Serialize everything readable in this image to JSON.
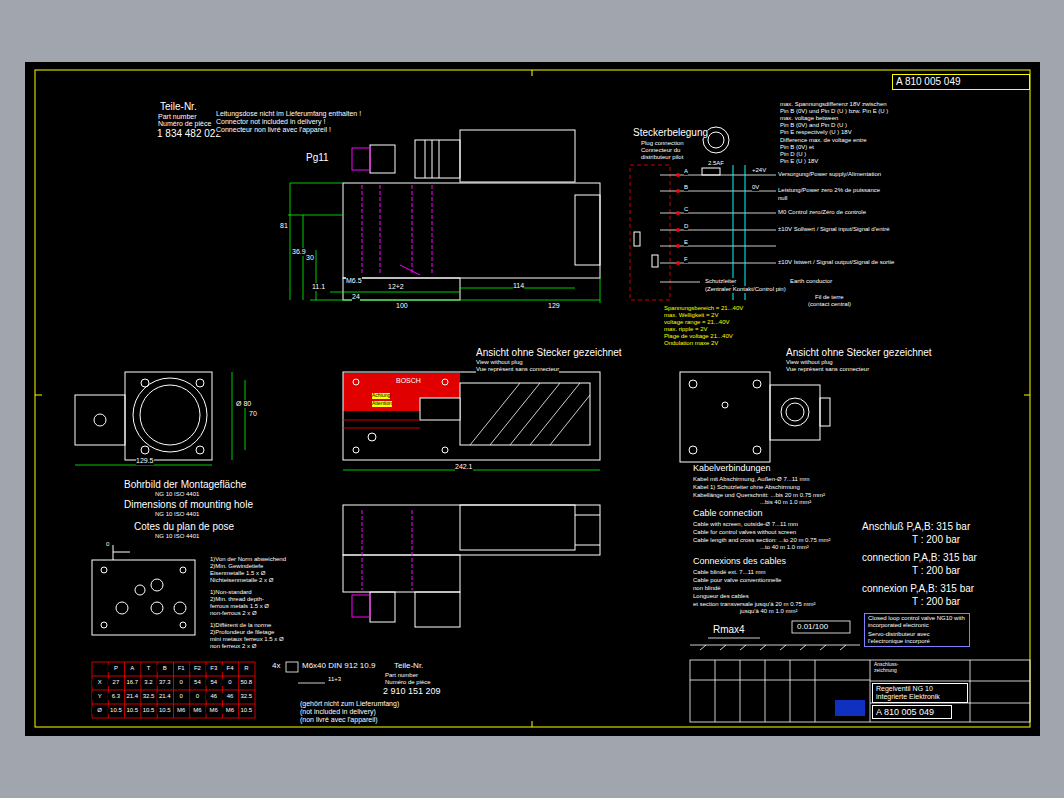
{
  "diagram": {
    "nodes": [
      {
        "text": [
          "A 810 005 049"
        ]
      },
      {
        "text": [
          "Closed loop control valve NG10 with incorporated electronic",
          "Servo-distributeur avec l'electronique incorporé"
        ]
      },
      {
        "text": [
          "Regelventil NG 10 integrierte Elektronik"
        ]
      },
      {
        "text": [
          "A 810 005 049"
        ]
      }
    ],
    "labels": [
      "Teile-Nr.",
      "Part number",
      "Numéro de pièce",
      "1 834 482 022",
      "Leitungsdose nicht im Lieferumfang enthalten !",
      "Connector not included in delivery !",
      "Connecteur non livré avec l'appareil !",
      "Pg11",
      "81",
      "36.9",
      "30",
      "11.1",
      "M6.5",
      "12+2",
      "24",
      "100",
      "114",
      "129",
      "Steckerbelegung",
      "Plug connection",
      "Connecteur du",
      "distributeur pilot",
      "2.5AF",
      "+24V",
      "0V",
      "A",
      "B",
      "C",
      "D",
      "E",
      "F",
      "Versorgung/Power supply/Alimentation",
      "Leistung/Power zero 2% de puissance",
      "null",
      "M0 Control zero/Zéro de controle",
      "±10V Sollwert / Signal input/Signal d'entré",
      "±10V Istwert / Signal output/Signal de sortie",
      "Schutzleiter",
      "Earth conductor",
      "(Zentraler Kontakt/Control pin)",
      "Fil de terre",
      "(contact central)",
      "max. Spannungsdifferenz 18V zwischen",
      "Pin B (0V) und Pin D (U ) bzw. Pin E (U )",
      "max. voltage between",
      "Pin B (0V) and Pin D (U )",
      "Pin E respectively (U ) 18V",
      "Difference max. de voltage entre",
      "Pin B (0V) et",
      "Pin D (U )",
      "Pin E (U ) 18V",
      "Spannungsbereich = 21...40V",
      "max. Welligkeit = 2V",
      "voltage range = 21...40V",
      "max. ripple = 2V",
      "Plage de voltage 21...40V",
      "Ondulation maxe 2V",
      "Ansicht ohne Stecker gezeichnet",
      "View without plug",
      "Vue représent sans connecteur",
      "Ansicht ohne Stecker gezeichnet",
      "View without plug",
      "Vue représent sans connecteur",
      "Ø 80",
      "70",
      "129.5",
      "242.1",
      "Bohrbild der Montagefläche",
      "NG 10 ISO 4401",
      "Dimensions of mounting hole",
      "NG 10 ISO 4401",
      "Cotes du plan de pose",
      "NG 10 ISO 4401",
      "0",
      "1)Von der Norm abweichend",
      "2)Min. Gewindetiefe",
      "Eisenmetalle 1.5 x Ø",
      "Nichteisenmetalle 2 x Ø",
      "1)Non-standard",
      "2)Min. thread depth-",
      "ferrous metals 1.5 x Ø",
      "non-ferrous 2 x Ø",
      "1)Différent de la norme",
      "2)Profondeur de filetage",
      "mini metaux ferreux 1.5 x Ø",
      "non ferreux 2 x Ø",
      "P",
      "A",
      "T",
      "B",
      "F1",
      "F2",
      "F3",
      "F4",
      "R",
      "X",
      "27",
      "16.7",
      "3.2",
      "37.3",
      "0",
      "54",
      "54",
      "0",
      "50.8",
      "Y",
      "6.3",
      "21.4",
      "32.5",
      "21.4",
      "0",
      "0",
      "46",
      "46",
      "32.5",
      "Ø",
      "10.5",
      "10.5",
      "10.5",
      "10.5",
      "M6",
      "M6",
      "M6",
      "M6",
      "10.5",
      "4x",
      "M6x40 DIN 912 10.9",
      "Teile-Nr.",
      "Part number",
      "Numéro de pièce",
      "2 910 151 209",
      "11+3",
      "(gehört nicht zum Lieferumfang)",
      "(not included in delivery)",
      "(non livré avec l'appareil)",
      "Kabelverbindungen",
      "Kabel mit Abschirmung, Außen-Ø 7...11 mm",
      "Kabel 1) Schutzleiter ohne Abschirmung",
      "Kabellänge und Querschnitt: ...bis 20 m  0.75 mm²",
      "...bis 40 m  1.0 mm²",
      "Cable connection",
      "Cable with screen, outside-Ø 7...11 mm",
      "Cable for control valves without screen",
      "Cable length and cross section: ...to 20 m  0.75 mm²",
      "...to 40 m  1.0 mm²",
      "Connexions des cables",
      "Cable blindé ext. 7...11 mm",
      "Cable pour valve conventionnelle",
      "non blindé",
      "Longueur des cables",
      "et section transversale jusqu'à 20 m 0.75 mm²",
      "jusqu'à 40 m 1.0 mm²",
      "Anschluß P,A,B: 315 bar",
      "T  :  200 bar",
      "connection P,A,B: 315 bar",
      "T  :  200 bar",
      "connexion P,A,B: 315 bar",
      "T  :  200 bar",
      "Rmax4",
      "0.01/100",
      "Anschluss-",
      "zeichnung",
      "BOSCH",
      "Achtung",
      "Attention"
    ]
  }
}
